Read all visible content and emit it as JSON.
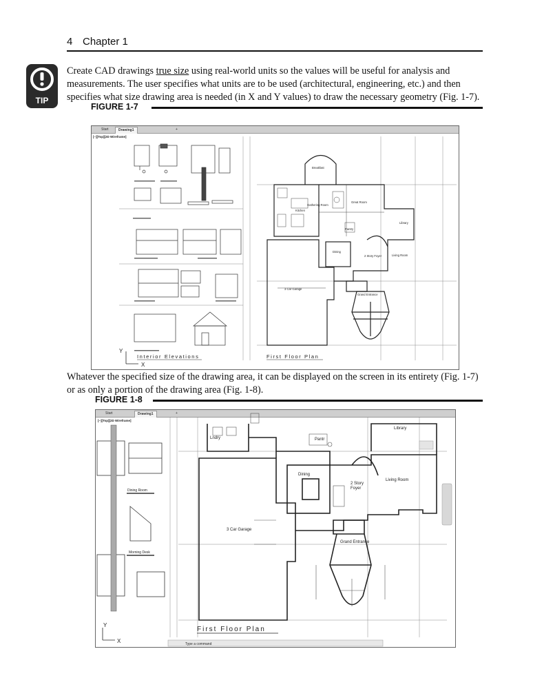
{
  "header": {
    "page_number": "4",
    "chapter": "Chapter 1"
  },
  "tip": {
    "icon_label": "TIP",
    "text_before": "Create CAD drawings ",
    "text_underlined": "true size",
    "text_after": " using real-world units so the values will be useful for analysis and measurements. The user specifies what units are to be used (architectural, engineering, etc.) and then specifies what size drawing area is needed (in X and Y values) to draw the necessary geometry (Fig. 1-7)."
  },
  "figure_1_7": {
    "label": "FIGURE 1-7",
    "tabs": {
      "start": "Start",
      "drawing": "Drawing1",
      "add": "+"
    },
    "viewport": "[−][Top][2D Wireframe]",
    "axis_y": "Y",
    "axis_x": "X",
    "title_left": "Interior Elevations",
    "title_right": "First Floor Plan",
    "rooms": {
      "breakfast": "Breakfast",
      "gathering": "Gathering Room",
      "great_room": "Great Room",
      "kitchen": "Kitchen",
      "library": "Library",
      "pantry": "Pantry",
      "dining": "Dining",
      "foyer": "2 Story Foyer",
      "living": "Living Room",
      "garage": "3 Car Garage",
      "entrance": "Grand Entrance"
    }
  },
  "body_text": "Whatever the specified size of the drawing area, it can be displayed on the screen in its entirety (Fig. 1-7) or as only a portion of the drawing area (Fig. 1-8).",
  "figure_1_8": {
    "label": "FIGURE 1-8",
    "tabs": {
      "start": "Start",
      "drawing": "Drawing1",
      "add": "+"
    },
    "viewport": "[−][Top][2D Wireframe]",
    "axis_y": "Y",
    "axis_x": "X",
    "title": "First Floor Plan",
    "command_placeholder": "Type a command",
    "rooms": {
      "laundry": "Lndry",
      "pantry": "Pantr",
      "library": "Library",
      "dining": "Dining",
      "foyer_1": "2 Story",
      "foyer_2": "Foyer",
      "living": "Living Room",
      "garage": "3 Car Garage",
      "entrance": "Grand Entrance",
      "dining_room": "Dining Room",
      "morning": "Morning Desk"
    }
  }
}
